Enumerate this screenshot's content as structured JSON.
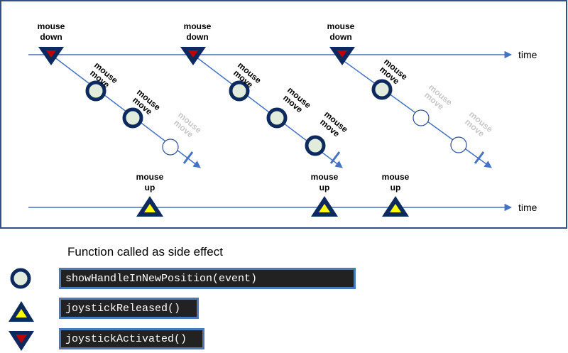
{
  "diagram": {
    "time_label": "time",
    "mouse_down_label": [
      "mouse",
      "down"
    ],
    "mouse_move_label": [
      "mouse",
      "move"
    ],
    "mouse_up_label": [
      "mouse",
      "up"
    ]
  },
  "legend": {
    "title": "Function called as side effect",
    "items": [
      {
        "icon": "circle-icon",
        "function": "showHandleInNewPosition(event)"
      },
      {
        "icon": "triangle-up-icon",
        "function": "joystickReleased()"
      },
      {
        "icon": "triangle-down-icon",
        "function": "joystickActivated()"
      }
    ]
  },
  "colors": {
    "frame": "#2f4f8f",
    "line": "#4472c4",
    "circle_fill": "#e2ecdc",
    "circle_stroke": "#0d2a5e",
    "down_fill": "#c00000",
    "up_fill": "#ffff00",
    "faded": "#c8c8c8",
    "code_bg": "#222222"
  }
}
